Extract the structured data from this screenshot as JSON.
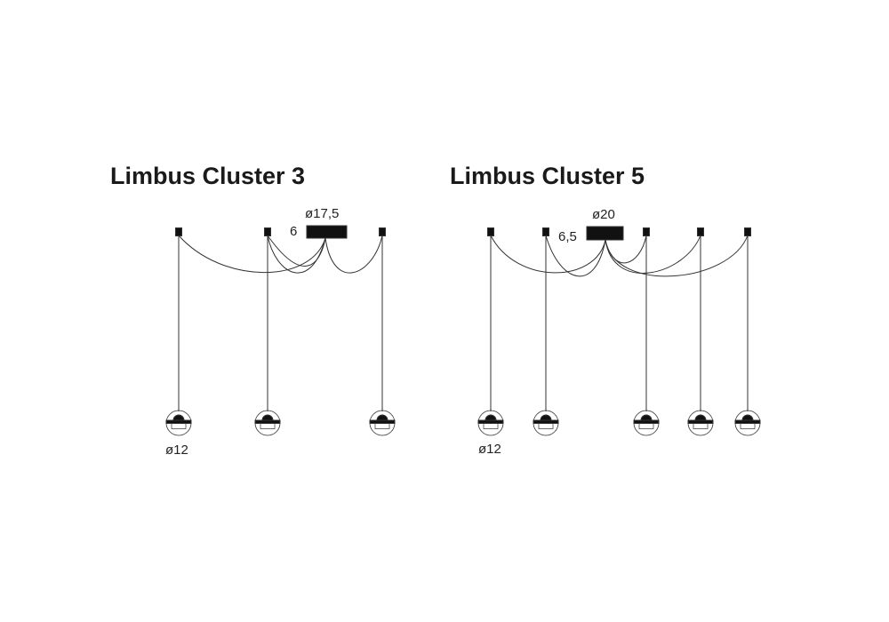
{
  "cluster3": {
    "title": "Limbus Cluster 3",
    "canopy_diameter": "ø17,5",
    "canopy_height": "6",
    "pendant_diameter": "ø12"
  },
  "cluster5": {
    "title": "Limbus Cluster 5",
    "canopy_diameter": "ø20",
    "canopy_height": "6,5",
    "pendant_diameter": "ø12"
  }
}
